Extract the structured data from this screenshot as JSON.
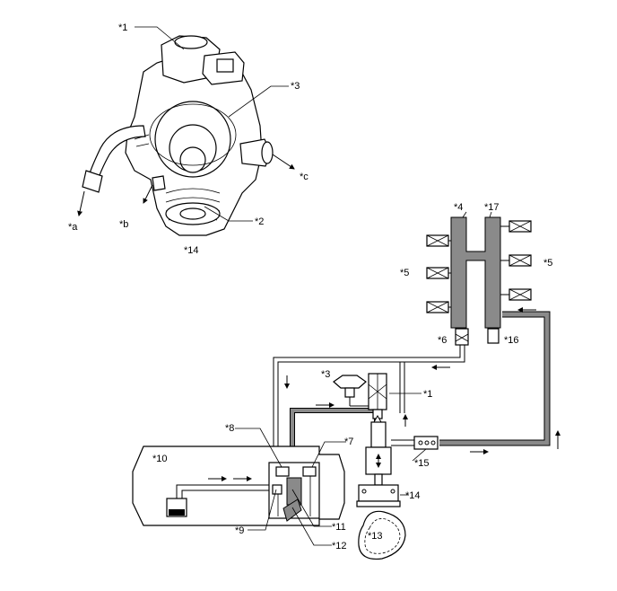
{
  "labels": {
    "l1": "*1",
    "l3": "*3",
    "lc": "*c",
    "l2": "*2",
    "la": "*a",
    "lb": "*b",
    "l14": "*14",
    "l4": "*4",
    "l17": "*17",
    "l5a": "*5",
    "l5b": "*5",
    "l6": "*6",
    "l16": "*16",
    "s3": "*3",
    "s1": "*1",
    "l8": "*8",
    "l7": "*7",
    "l10": "*10",
    "l15": "*15",
    "l9": "*9",
    "l11": "*11",
    "l12": "*12",
    "l13": "*13",
    "s14": "*14"
  },
  "colors": {
    "fuel_line": "#7a7a7a",
    "line": "#000000",
    "background": "#ffffff"
  }
}
